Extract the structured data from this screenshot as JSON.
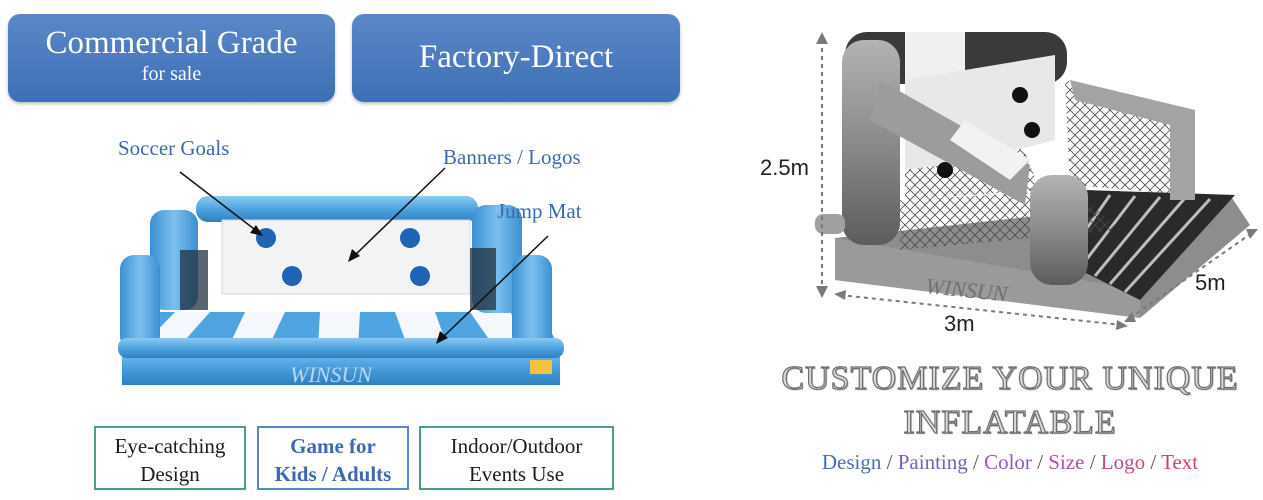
{
  "badges": {
    "commercial_title": "Commercial Grade",
    "commercial_sub": "for sale",
    "factory_title": "Factory-Direct"
  },
  "callouts": {
    "soccer_goals": "Soccer Goals",
    "banners_logos": "Banners / Logos",
    "jump_mat": "Jump Mat"
  },
  "product_logo_text": "WINSUN",
  "features": [
    {
      "line1": "Eye-catching",
      "line2": "Design"
    },
    {
      "line1": "Game for",
      "line2": "Kids / Adults"
    },
    {
      "line1": "Indoor/Outdoor",
      "line2": "Events Use"
    }
  ],
  "dimensions": {
    "height": "2.5m",
    "width": "3m",
    "length": "5m"
  },
  "headline": {
    "line1": "CUSTOMIZE YOUR UNIQUE",
    "line2": "INFLATABLE"
  },
  "options": {
    "separator": "/",
    "items": [
      {
        "label": "Design",
        "color": "#4a6fb3"
      },
      {
        "label": "Painting",
        "color": "#7a5fb8"
      },
      {
        "label": "Color",
        "color": "#9a57b8"
      },
      {
        "label": "Size",
        "color": "#b24fa8"
      },
      {
        "label": "Logo",
        "color": "#c24a8c"
      },
      {
        "label": "Text",
        "color": "#cc3f72"
      }
    ]
  },
  "colors": {
    "badge_blue": "#4a78bd",
    "inflatable_blue": "#4fa3e0",
    "inflatable_gray": "#8c8c8c"
  }
}
